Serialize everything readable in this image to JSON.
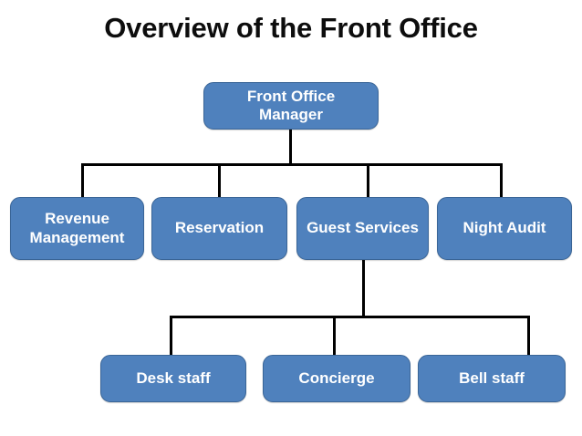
{
  "title": "Overview of the Front Office",
  "org_chart": {
    "type": "org-chart",
    "background_color": "#FFFFFF",
    "node_fill_color": "#4F81BD",
    "node_border_color": "#3A6597",
    "node_text_color": "#FFFFFF",
    "connector_color": "#000000",
    "levels": [
      {
        "level": 1,
        "nodes": [
          {
            "id": "front-office-manager",
            "label": "Front Office\nManager",
            "font_size": 17
          }
        ]
      },
      {
        "level": 2,
        "nodes": [
          {
            "id": "revenue-management",
            "label": "Revenue\nManagement",
            "font_size": 17
          },
          {
            "id": "reservation",
            "label": "Reservation",
            "font_size": 17
          },
          {
            "id": "guest-services",
            "label": "Guest Services",
            "font_size": 17
          },
          {
            "id": "night-audit",
            "label": "Night Audit",
            "font_size": 17
          }
        ]
      },
      {
        "level": 3,
        "nodes": [
          {
            "id": "desk-staff",
            "label": "Desk staff",
            "font_size": 17
          },
          {
            "id": "concierge",
            "label": "Concierge",
            "font_size": 17
          },
          {
            "id": "bell-staff",
            "label": "Bell staff",
            "font_size": 17
          }
        ]
      }
    ],
    "edges": [
      {
        "from": "front-office-manager",
        "to": "revenue-management"
      },
      {
        "from": "front-office-manager",
        "to": "reservation"
      },
      {
        "from": "front-office-manager",
        "to": "guest-services"
      },
      {
        "from": "front-office-manager",
        "to": "night-audit"
      },
      {
        "from": "guest-services",
        "to": "desk-staff"
      },
      {
        "from": "guest-services",
        "to": "concierge"
      },
      {
        "from": "guest-services",
        "to": "bell-staff"
      }
    ]
  }
}
